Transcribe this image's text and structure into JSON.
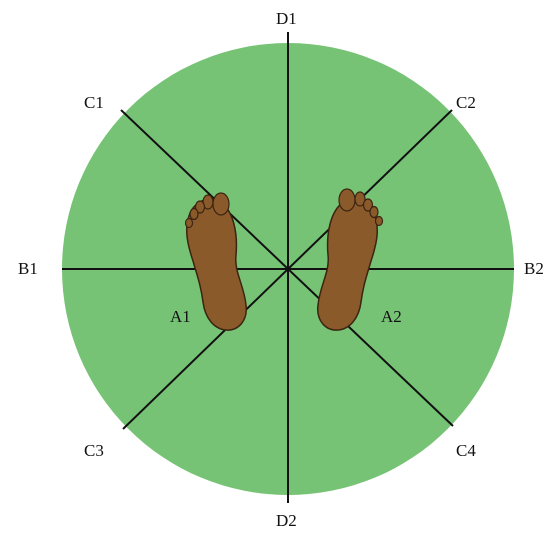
{
  "colors": {
    "disc": "#77c375",
    "line": "#111111",
    "foot": "#8b5a2b",
    "foot_outline": "#3b2412"
  },
  "labels": {
    "D1": "D1",
    "D2": "D2",
    "B1": "B1",
    "B2": "B2",
    "C1": "C1",
    "C2": "C2",
    "C3": "C3",
    "C4": "C4",
    "A1": "A1",
    "A2": "A2"
  }
}
